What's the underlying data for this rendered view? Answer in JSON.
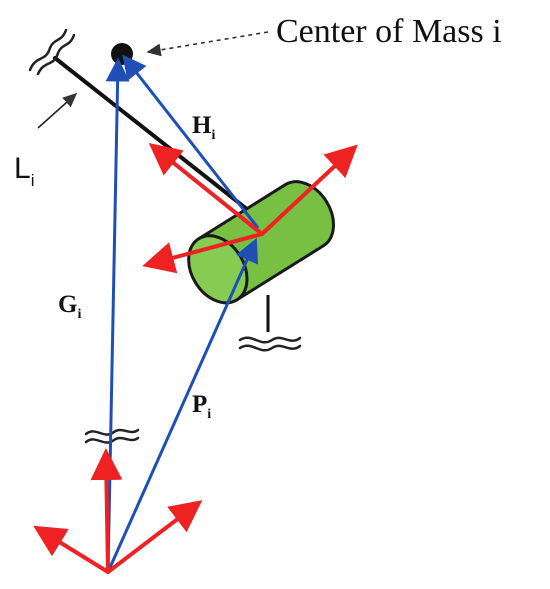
{
  "labels": {
    "center_of_mass": "Center of Mass i",
    "L": "L",
    "L_sub": "i",
    "H": "H",
    "H_sub": "i",
    "G": "G",
    "G_sub": "i",
    "P": "P",
    "P_sub": "i"
  },
  "colors": {
    "red_frame": "#ee2222",
    "blue_vector": "#1f4fb5",
    "link": "#111111",
    "motor_fill": "#77c043",
    "motor_stroke": "#1a1a1a",
    "leader": "#333333"
  }
}
